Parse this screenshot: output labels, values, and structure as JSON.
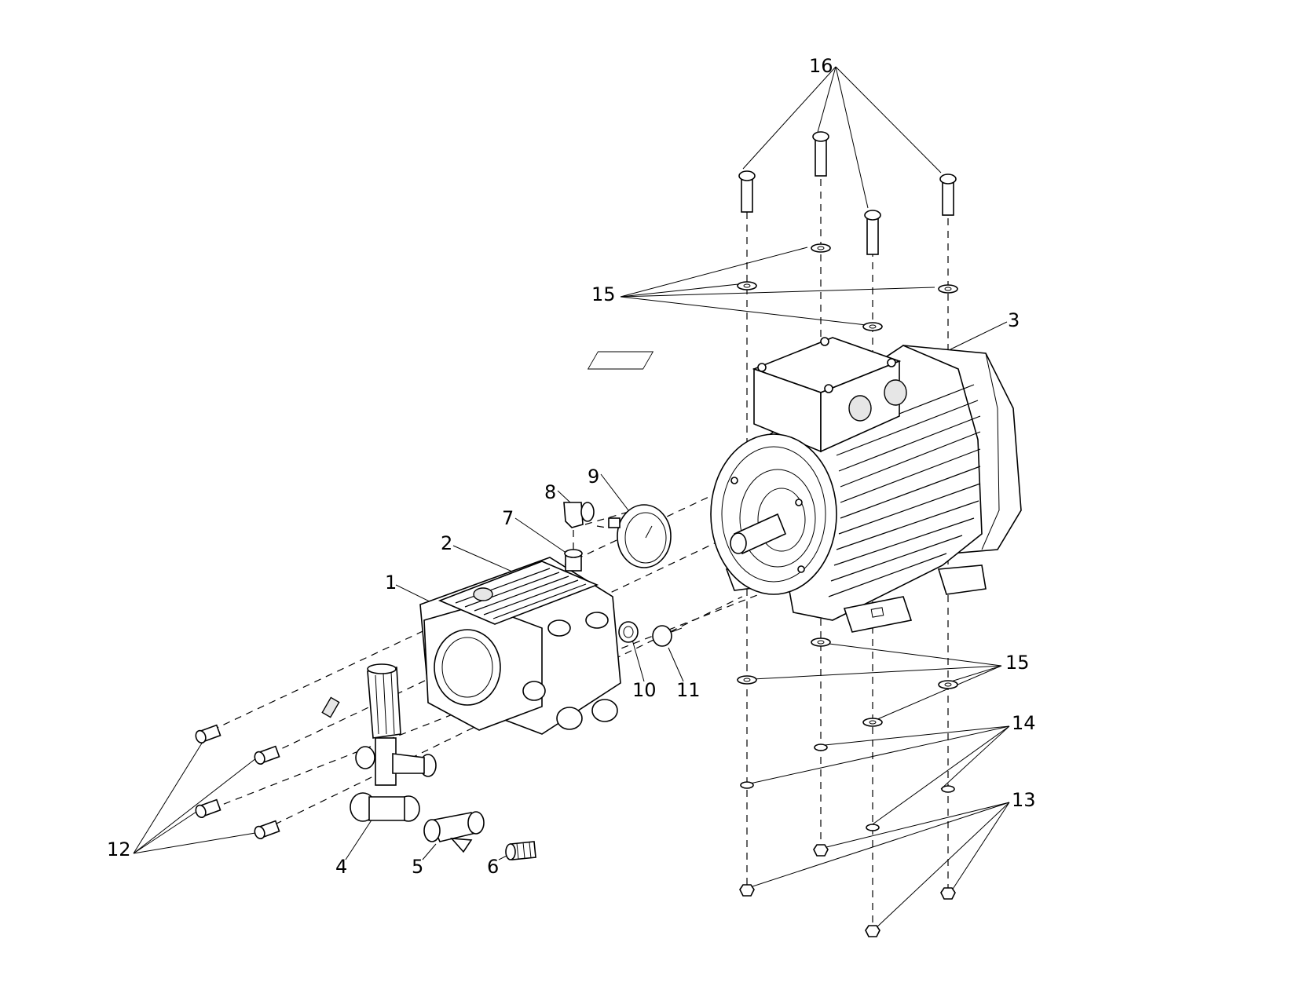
{
  "callouts": [
    {
      "id": "c1",
      "label": "1"
    },
    {
      "id": "c2",
      "label": "2"
    },
    {
      "id": "c3",
      "label": "3"
    },
    {
      "id": "c4",
      "label": "4"
    },
    {
      "id": "c5",
      "label": "5"
    },
    {
      "id": "c6",
      "label": "6"
    },
    {
      "id": "c7",
      "label": "7"
    },
    {
      "id": "c8",
      "label": "8"
    },
    {
      "id": "c9",
      "label": "9"
    },
    {
      "id": "c10",
      "label": "10"
    },
    {
      "id": "c11",
      "label": "11"
    },
    {
      "id": "c12",
      "label": "12"
    },
    {
      "id": "c13",
      "label": "13"
    },
    {
      "id": "c14",
      "label": "14"
    },
    {
      "id": "c15a",
      "label": "15"
    },
    {
      "id": "c15b",
      "label": "15"
    },
    {
      "id": "c16",
      "label": "16"
    }
  ]
}
